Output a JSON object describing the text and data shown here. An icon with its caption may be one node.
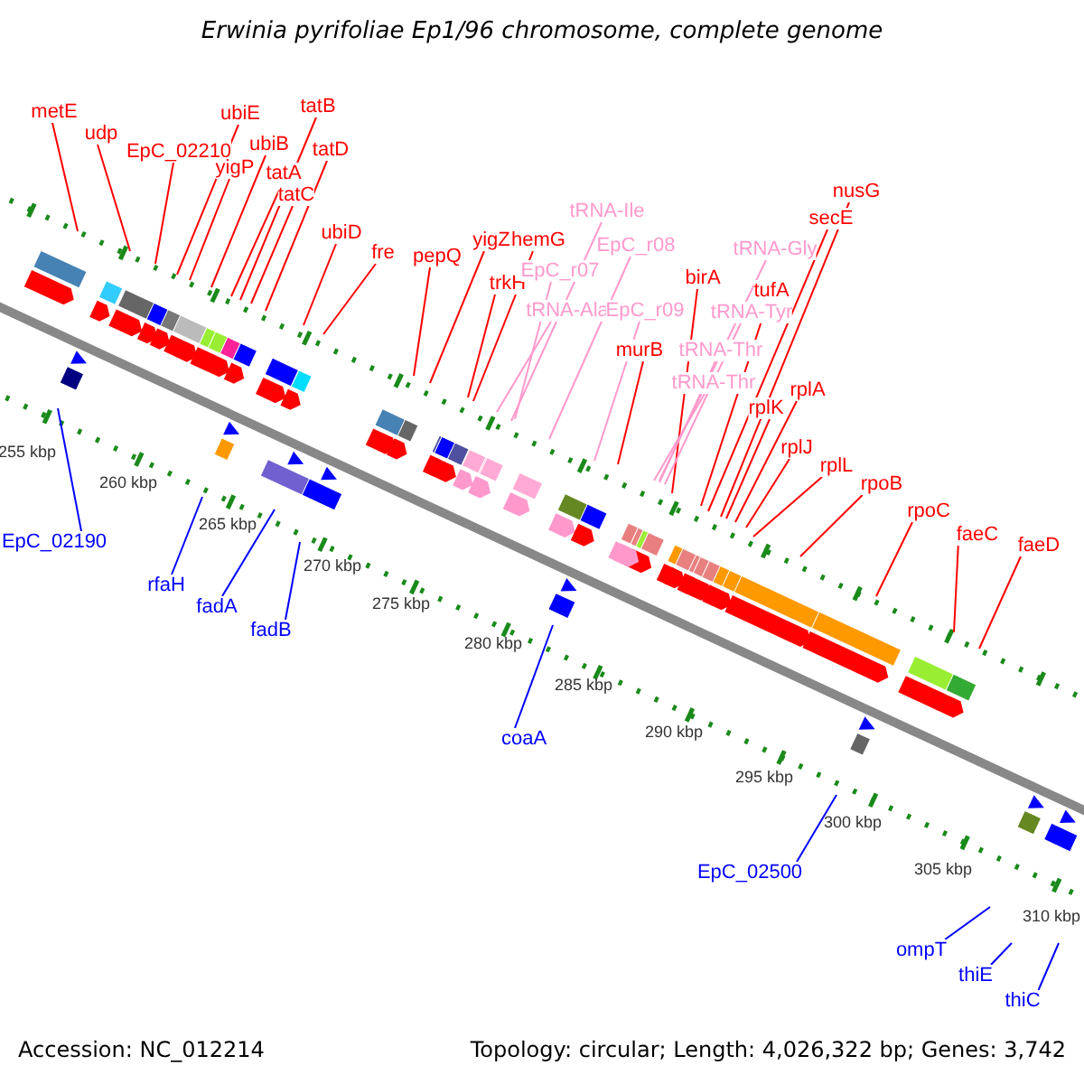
{
  "diagram": {
    "title": "Erwinia pyrifoliae Ep1/96 chromosome, complete genome",
    "nodes": [
      {
        "text": [
          "metE"
        ]
      },
      {
        "text": [
          "udp"
        ]
      },
      {
        "text": [
          "EpC_02210"
        ]
      },
      {
        "text": [
          "ubiE"
        ]
      },
      {
        "text": [
          "yigP"
        ]
      },
      {
        "text": [
          "ubiB"
        ]
      },
      {
        "text": [
          "tatA"
        ]
      },
      {
        "text": [
          "tatB"
        ]
      },
      {
        "text": [
          "tatC"
        ]
      },
      {
        "text": [
          "tatD"
        ]
      },
      {
        "text": [
          "ubiD"
        ]
      },
      {
        "text": [
          "fre"
        ]
      },
      {
        "text": [
          "pepQ"
        ]
      },
      {
        "text": [
          "yigZ"
        ]
      },
      {
        "text": [
          "hemG"
        ]
      },
      {
        "text": [
          "trkH"
        ]
      },
      {
        "text": [
          "tRNA-Ile"
        ]
      },
      {
        "text": [
          "EpC_r07"
        ]
      },
      {
        "text": [
          "EpC_r08"
        ]
      },
      {
        "text": [
          "tRNA-Ala"
        ]
      },
      {
        "text": [
          "EpC_r09"
        ]
      },
      {
        "text": [
          "murB"
        ]
      },
      {
        "text": [
          "birA"
        ]
      },
      {
        "text": [
          "tRNA-Gly"
        ]
      },
      {
        "text": [
          "tufA"
        ]
      },
      {
        "text": [
          "tRNA-Tyr"
        ]
      },
      {
        "text": [
          "tRNA-Thr"
        ]
      },
      {
        "text": [
          "tRNA-Thr"
        ]
      },
      {
        "text": [
          "nusG"
        ]
      },
      {
        "text": [
          "secE"
        ]
      },
      {
        "text": [
          "rplK"
        ]
      },
      {
        "text": [
          "rplA"
        ]
      },
      {
        "text": [
          "rplJ"
        ]
      },
      {
        "text": [
          "rplL"
        ]
      },
      {
        "text": [
          "rpoB"
        ]
      },
      {
        "text": [
          "rpoC"
        ]
      },
      {
        "text": [
          "faeC"
        ]
      },
      {
        "text": [
          "faeD"
        ]
      },
      {
        "text": [
          "EpC_02190"
        ]
      },
      {
        "text": [
          "rfaH"
        ]
      },
      {
        "text": [
          "fadA"
        ]
      },
      {
        "text": [
          "fadB"
        ]
      },
      {
        "text": [
          "coaA"
        ]
      },
      {
        "text": [
          "EpC_02500"
        ]
      },
      {
        "text": [
          "ompT"
        ]
      },
      {
        "text": [
          "thiE"
        ]
      },
      {
        "text": [
          "thiC"
        ]
      }
    ],
    "edges": [
      {
        "from": 0,
        "to": null,
        "arrow": "none"
      },
      {
        "from": 1,
        "to": null,
        "arrow": "none"
      },
      {
        "from": 2,
        "to": null,
        "arrow": "none"
      },
      {
        "from": 3,
        "to": null,
        "arrow": "none"
      },
      {
        "from": 4,
        "to": null,
        "arrow": "none"
      },
      {
        "from": 5,
        "to": null,
        "arrow": "none"
      },
      {
        "from": 6,
        "to": null,
        "arrow": "none"
      },
      {
        "from": 7,
        "to": null,
        "arrow": "none"
      },
      {
        "from": 8,
        "to": null,
        "arrow": "none"
      },
      {
        "from": 9,
        "to": null,
        "arrow": "none"
      },
      {
        "from": 10,
        "to": null,
        "arrow": "none"
      },
      {
        "from": 11,
        "to": null,
        "arrow": "none"
      },
      {
        "from": 12,
        "to": null,
        "arrow": "none"
      },
      {
        "from": 13,
        "to": null,
        "arrow": "none"
      },
      {
        "from": 14,
        "to": null,
        "arrow": "none"
      },
      {
        "from": 15,
        "to": null,
        "arrow": "none"
      },
      {
        "from": 16,
        "to": null,
        "arrow": "none",
        "color": "#ff99cc"
      },
      {
        "from": 17,
        "to": null,
        "arrow": "none",
        "color": "#ff99cc"
      },
      {
        "from": 18,
        "to": null,
        "arrow": "none",
        "color": "#ff99cc"
      },
      {
        "from": 19,
        "to": null,
        "arrow": "none",
        "color": "#ff99cc"
      },
      {
        "from": 20,
        "to": null,
        "arrow": "none",
        "color": "#ff99cc"
      },
      {
        "from": 21,
        "to": null,
        "arrow": "none"
      },
      {
        "from": 22,
        "to": null,
        "arrow": "none"
      },
      {
        "from": 23,
        "to": null,
        "arrow": "none",
        "color": "#ff99cc"
      },
      {
        "from": 24,
        "to": null,
        "arrow": "none"
      },
      {
        "from": 25,
        "to": null,
        "arrow": "none",
        "color": "#ff99cc"
      },
      {
        "from": 26,
        "to": null,
        "arrow": "none",
        "color": "#ff99cc"
      },
      {
        "from": 27,
        "to": null,
        "arrow": "none",
        "color": "#ff99cc"
      },
      {
        "from": 28,
        "to": null,
        "arrow": "none"
      },
      {
        "from": 29,
        "to": null,
        "arrow": "none"
      },
      {
        "from": 30,
        "to": null,
        "arrow": "none"
      },
      {
        "from": 31,
        "to": null,
        "arrow": "none"
      },
      {
        "from": 32,
        "to": null,
        "arrow": "none"
      },
      {
        "from": 33,
        "to": null,
        "arrow": "none"
      },
      {
        "from": 34,
        "to": null,
        "arrow": "none"
      },
      {
        "from": 35,
        "to": null,
        "arrow": "none"
      },
      {
        "from": 36,
        "to": null,
        "arrow": "none"
      },
      {
        "from": 37,
        "to": null,
        "arrow": "none"
      },
      {
        "from": 38,
        "to": null,
        "arrow": "none",
        "color": "#0000ff"
      },
      {
        "from": 39,
        "to": null,
        "arrow": "none",
        "color": "#0000ff"
      },
      {
        "from": 40,
        "to": null,
        "arrow": "none",
        "color": "#0000ff"
      },
      {
        "from": 41,
        "to": null,
        "arrow": "none",
        "color": "#0000ff"
      },
      {
        "from": 42,
        "to": null,
        "arrow": "none",
        "color": "#0000ff"
      },
      {
        "from": 43,
        "to": null,
        "arrow": "none",
        "color": "#0000ff"
      },
      {
        "from": 44,
        "to": null,
        "arrow": "none",
        "color": "#0000ff"
      },
      {
        "from": 45,
        "to": null,
        "arrow": "none",
        "color": "#0000ff"
      },
      {
        "from": 46,
        "to": null,
        "arrow": "none",
        "color": "#0000ff"
      }
    ],
    "labels": [
      "255 kbp",
      "260 kbp",
      "265 kbp",
      "270 kbp",
      "275 kbp",
      "280 kbp",
      "285 kbp",
      "290 kbp",
      "295 kbp",
      "300 kbp",
      "305 kbp",
      "310 kbp",
      "Accession: NC_012214",
      "Topology: circular; Length: 4,026,322 bp; Genes: 3,742"
    ]
  }
}
